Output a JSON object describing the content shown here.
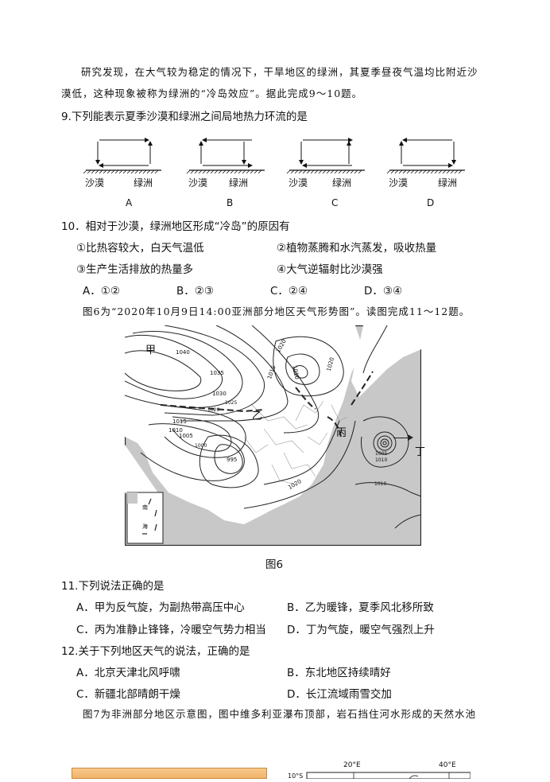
{
  "intro": {
    "line1": "研究发现，在大气较为稳定的情况下，干旱地区的绿洲，其夏季昼夜气温均比附近沙",
    "line2": "漠低，这种现象被称为绿洲的“冷岛效应”。据此完成9～10题。"
  },
  "q9": {
    "stem": "9.下列能表示夏季沙漠和绿洲之间局地热力环流的是",
    "diagrams": [
      {
        "letter": "A",
        "left_label": "沙漠",
        "right_label": "绿洲"
      },
      {
        "letter": "B",
        "left_label": "沙漠",
        "right_label": "绿洲"
      },
      {
        "letter": "C",
        "left_label": "沙漠",
        "right_label": "绿洲"
      },
      {
        "letter": "D",
        "left_label": "沙漠",
        "right_label": "绿洲"
      }
    ]
  },
  "q10": {
    "stem": "10．相对于沙漠，绿洲地区形成“冷岛”的原因有",
    "items": [
      "①比热容较大，白天气温低",
      "②植物蒸腾和水汽蒸发，吸收热量",
      "③生产生活排放的热量多",
      "④大气逆辐射比沙漠强"
    ],
    "options": [
      "A．①②",
      "B．②③",
      "C．②④",
      "D．③④"
    ]
  },
  "fig6_intro": "图6为“2020年10月9日14:00亚洲部分地区天气形势图”。读图完成11～12题。",
  "map": {
    "labels": {
      "jia": "甲",
      "yi": "乙",
      "bing": "丙",
      "ding": "丁",
      "inset_top": "南",
      "inset_bottom": "海"
    },
    "isobars": [
      "1040",
      "1035",
      "1030",
      "1025",
      "1020",
      "1015",
      "1010",
      "1005",
      "1000",
      "995",
      "1020",
      "1015",
      "1010",
      "1020",
      "1020",
      "1005",
      "1010",
      "1010"
    ],
    "caption": "图6"
  },
  "q11": {
    "stem": "11.下列说法正确的是",
    "options": [
      "A．甲为反气旋，为副热带高压中心",
      "B．乙为暖锋，夏季风北移所致",
      "C．丙为准静止锋锋，冷暖空气势力相当",
      "D．丁为气旋，暖空气强烈上升"
    ]
  },
  "q12": {
    "stem": "12.关于下列地区天气的说法，正确的是",
    "options": [
      "A．北京天津北风呼啸",
      "B．东北地区持续晴好",
      "C．新疆北部晴朗干燥",
      "D．长江流域雨雪交加"
    ]
  },
  "fig7_intro": "图7为非洲部分地区示意图，图中维多利亚瀑布顶部，岩石挡住河水形成的天然水池",
  "bottom_map": {
    "lon1": "20°E",
    "lon2": "40°E",
    "lat": "10°S"
  },
  "colors": {
    "map_gray": "#c8c8c8",
    "land_white": "#ffffff",
    "frame": "#222222"
  }
}
